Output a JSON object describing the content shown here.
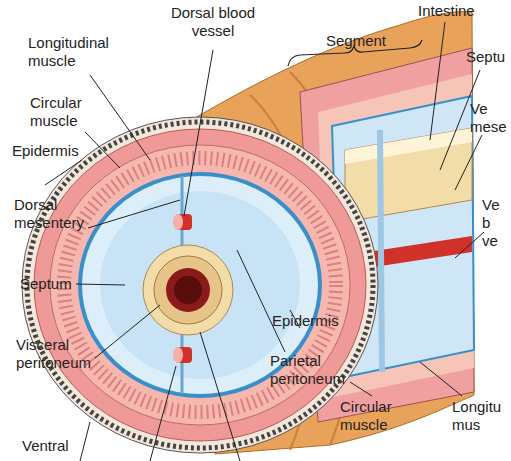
{
  "diagram": {
    "labels": [
      "Longitudinal muscle",
      "Dorsal blood vessel",
      "Intestine",
      "Segment",
      "Septu",
      "Circular muscle",
      "Ve mese",
      "Epidermis",
      "Dorsal mesentery",
      "Ve b ve",
      "Septum",
      "Visceral peritoneum",
      "Epidermis",
      "Parietal peritoneum",
      "Longitu mus",
      "Ventral",
      "Circular muscle"
    ]
  }
}
